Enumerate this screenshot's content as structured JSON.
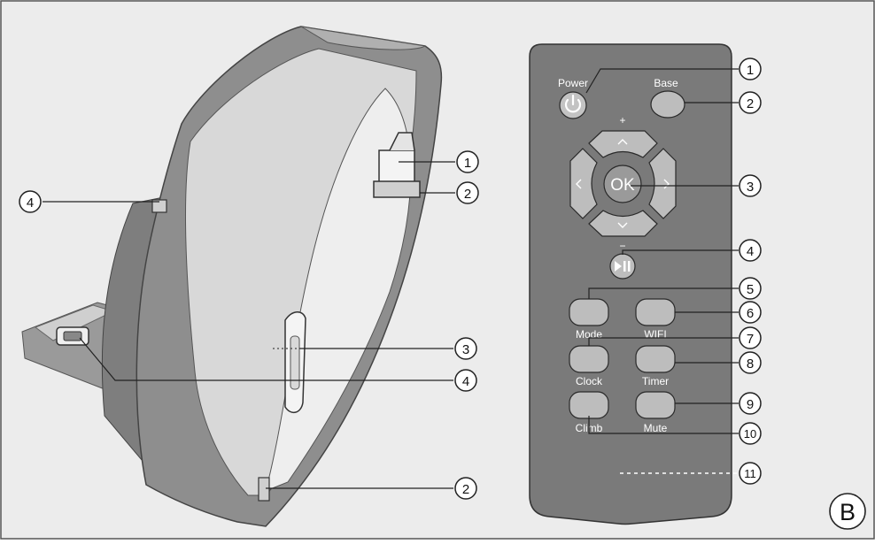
{
  "figure_label": "B",
  "colors": {
    "background": "#ececec",
    "frame": "#555555",
    "device_body": "#8c8c8c",
    "device_light": "#d6d6d6",
    "remote_body": "#7a7a7a",
    "remote_button": "#bdbdbd",
    "callout_line": "#222222"
  },
  "device": {
    "callouts": [
      {
        "id": "dev-top-left-4",
        "label": "4"
      },
      {
        "id": "dev-right-1",
        "label": "1"
      },
      {
        "id": "dev-right-2",
        "label": "2"
      },
      {
        "id": "dev-right-3",
        "label": "3"
      },
      {
        "id": "dev-right-4",
        "label": "4"
      },
      {
        "id": "dev-bottom-2",
        "label": "2"
      }
    ]
  },
  "remote": {
    "buttons": {
      "power": {
        "label": "Power",
        "icon": "power-icon"
      },
      "base": {
        "label": "Base"
      },
      "up": {
        "label": "+",
        "icon": "chevron-up-icon"
      },
      "down": {
        "label": "−",
        "icon": "chevron-down-icon"
      },
      "left": {
        "icon": "chevron-left-icon"
      },
      "right": {
        "icon": "chevron-right-icon"
      },
      "ok": {
        "label": "OK"
      },
      "play_pause": {
        "icon": "play-pause-icon"
      },
      "mode": {
        "label": "Mode"
      },
      "wifi": {
        "label": "WIFI"
      },
      "clock": {
        "label": "Clock"
      },
      "timer": {
        "label": "Timer"
      },
      "climb": {
        "label": "Climb"
      },
      "mute": {
        "label": "Mute"
      }
    },
    "callouts": [
      {
        "id": "rem-1",
        "label": "1"
      },
      {
        "id": "rem-2",
        "label": "2"
      },
      {
        "id": "rem-3",
        "label": "3"
      },
      {
        "id": "rem-4",
        "label": "4"
      },
      {
        "id": "rem-5",
        "label": "5"
      },
      {
        "id": "rem-6",
        "label": "6"
      },
      {
        "id": "rem-7",
        "label": "7"
      },
      {
        "id": "rem-8",
        "label": "8"
      },
      {
        "id": "rem-9",
        "label": "9"
      },
      {
        "id": "rem-10",
        "label": "10"
      },
      {
        "id": "rem-11",
        "label": "11"
      }
    ]
  }
}
